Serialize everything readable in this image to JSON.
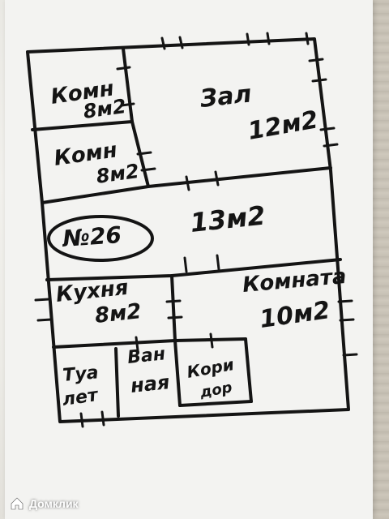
{
  "plan": {
    "rooms": {
      "room1": {
        "line1": "Комн",
        "line2": "8м2"
      },
      "room2": {
        "line1": "Комн",
        "line2": "8м2"
      },
      "hall": {
        "line1": "Зал",
        "line2": "12м2"
      },
      "corridor": {
        "area": "13м2",
        "circled": "№26"
      },
      "kitchen": {
        "line1": "Кухня",
        "line2": "8м2"
      },
      "room3": {
        "line1": "Комната",
        "line2": "10м2"
      },
      "toilet": {
        "line1": "Туа",
        "line2": "лет"
      },
      "bath": {
        "line1": "Ван",
        "line2": "ная"
      },
      "closet": {
        "line1": "Кори",
        "line2": "дор"
      }
    },
    "ink_color": "#141414"
  },
  "watermark": {
    "text": "Домклик",
    "icon": "house-logo-icon"
  }
}
